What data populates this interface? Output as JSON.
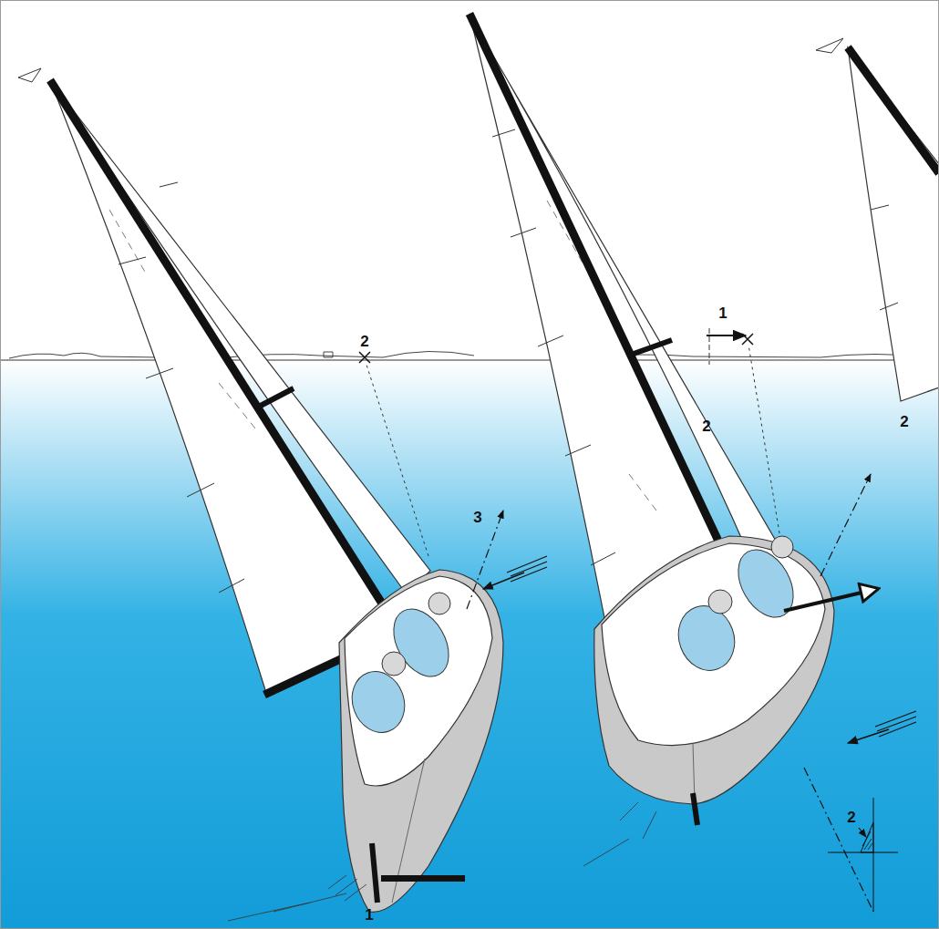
{
  "diagram": {
    "labels": [
      "1",
      "2",
      "2",
      "2",
      "3",
      "2",
      "1"
    ]
  }
}
